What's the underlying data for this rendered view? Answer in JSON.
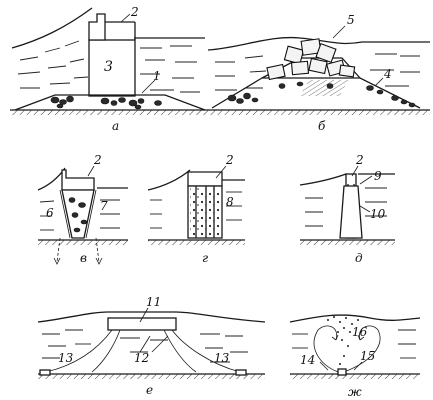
{
  "panels": {
    "a": {
      "letter": "а",
      "labels": [
        "1",
        "2",
        "3"
      ]
    },
    "b": {
      "letter": "б",
      "labels": [
        "4",
        "5"
      ]
    },
    "v": {
      "letter": "в",
      "labels": [
        "2",
        "6",
        "7"
      ]
    },
    "g": {
      "letter": "г",
      "labels": [
        "2",
        "8"
      ]
    },
    "d": {
      "letter": "д",
      "labels": [
        "2",
        "9",
        "10"
      ]
    },
    "e": {
      "letter": "е",
      "labels": [
        "11",
        "12",
        "13",
        "13"
      ]
    },
    "zh": {
      "letter": "ж",
      "labels": [
        "14",
        "15",
        "16"
      ]
    }
  }
}
